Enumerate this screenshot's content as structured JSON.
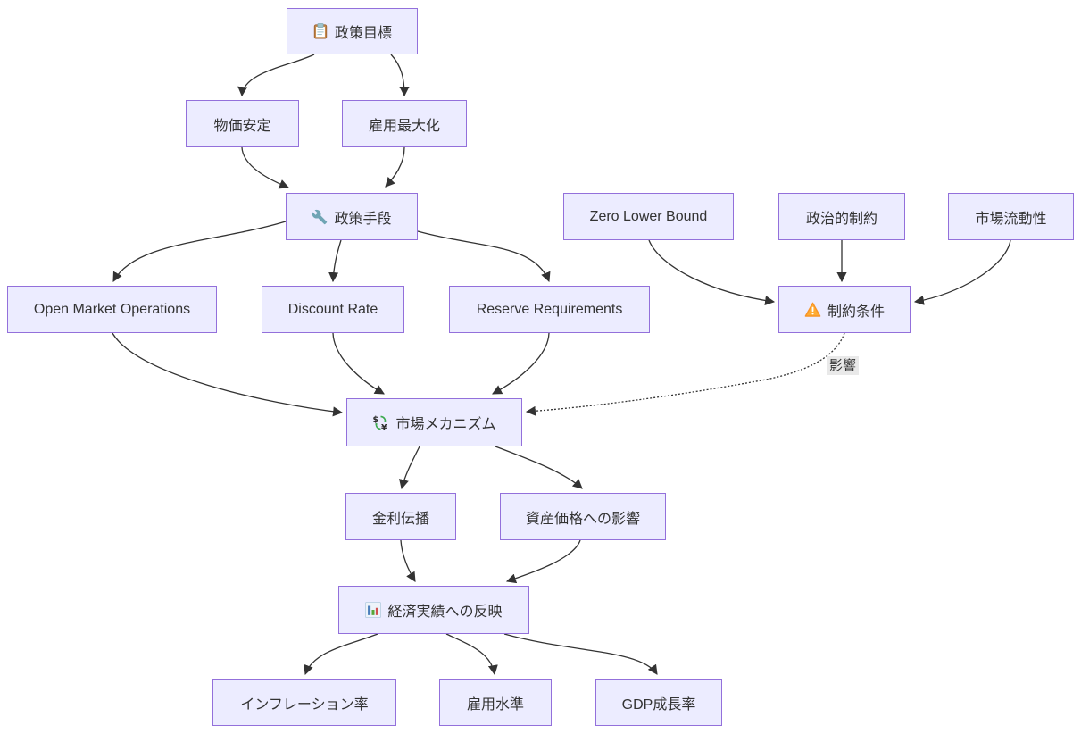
{
  "diagram": {
    "type": "flowchart",
    "direction": "top-down",
    "colors": {
      "node_fill": "#ECECFF",
      "node_border": "#9370DB",
      "edge_stroke": "#333333",
      "text": "#333333",
      "edge_label_bg": "#e8e8e8"
    },
    "nodes": [
      {
        "id": "policy_goals",
        "label": "政策目標",
        "icon": "clipboard-icon"
      },
      {
        "id": "price_stability",
        "label": "物価安定"
      },
      {
        "id": "employment_max",
        "label": "雇用最大化"
      },
      {
        "id": "policy_instruments",
        "label": "政策手段",
        "icon": "wrench-icon"
      },
      {
        "id": "zero_lower_bound",
        "label": "Zero Lower Bound"
      },
      {
        "id": "political_constraints",
        "label": "政治的制約"
      },
      {
        "id": "market_liquidity",
        "label": "市場流動性"
      },
      {
        "id": "open_market_operations",
        "label": "Open Market Operations"
      },
      {
        "id": "discount_rate",
        "label": "Discount Rate"
      },
      {
        "id": "reserve_requirements",
        "label": "Reserve Requirements"
      },
      {
        "id": "constraints",
        "label": "制約条件",
        "icon": "warning-icon"
      },
      {
        "id": "market_mechanism",
        "label": "市場メカニズム",
        "icon": "currency-exchange-icon"
      },
      {
        "id": "interest_transmission",
        "label": "金利伝播"
      },
      {
        "id": "asset_price_impact",
        "label": "資産価格への影響"
      },
      {
        "id": "economic_performance",
        "label": "経済実績への反映",
        "icon": "bar-chart-icon"
      },
      {
        "id": "inflation_rate",
        "label": "インフレーション率"
      },
      {
        "id": "employment_level",
        "label": "雇用水準"
      },
      {
        "id": "gdp_growth",
        "label": "GDP成長率"
      }
    ],
    "edges": [
      {
        "from": "policy_goals",
        "to": "price_stability",
        "style": "solid"
      },
      {
        "from": "policy_goals",
        "to": "employment_max",
        "style": "solid"
      },
      {
        "from": "price_stability",
        "to": "policy_instruments",
        "style": "solid"
      },
      {
        "from": "employment_max",
        "to": "policy_instruments",
        "style": "solid"
      },
      {
        "from": "policy_instruments",
        "to": "open_market_operations",
        "style": "solid"
      },
      {
        "from": "policy_instruments",
        "to": "discount_rate",
        "style": "solid"
      },
      {
        "from": "policy_instruments",
        "to": "reserve_requirements",
        "style": "solid"
      },
      {
        "from": "open_market_operations",
        "to": "market_mechanism",
        "style": "solid"
      },
      {
        "from": "discount_rate",
        "to": "market_mechanism",
        "style": "solid"
      },
      {
        "from": "reserve_requirements",
        "to": "market_mechanism",
        "style": "solid"
      },
      {
        "from": "zero_lower_bound",
        "to": "constraints",
        "style": "solid"
      },
      {
        "from": "political_constraints",
        "to": "constraints",
        "style": "solid"
      },
      {
        "from": "market_liquidity",
        "to": "constraints",
        "style": "solid"
      },
      {
        "from": "constraints",
        "to": "market_mechanism",
        "style": "dotted",
        "label": "影響"
      },
      {
        "from": "market_mechanism",
        "to": "interest_transmission",
        "style": "solid"
      },
      {
        "from": "market_mechanism",
        "to": "asset_price_impact",
        "style": "solid"
      },
      {
        "from": "interest_transmission",
        "to": "economic_performance",
        "style": "solid"
      },
      {
        "from": "asset_price_impact",
        "to": "economic_performance",
        "style": "solid"
      },
      {
        "from": "economic_performance",
        "to": "inflation_rate",
        "style": "solid"
      },
      {
        "from": "economic_performance",
        "to": "employment_level",
        "style": "solid"
      },
      {
        "from": "economic_performance",
        "to": "gdp_growth",
        "style": "solid"
      }
    ]
  }
}
